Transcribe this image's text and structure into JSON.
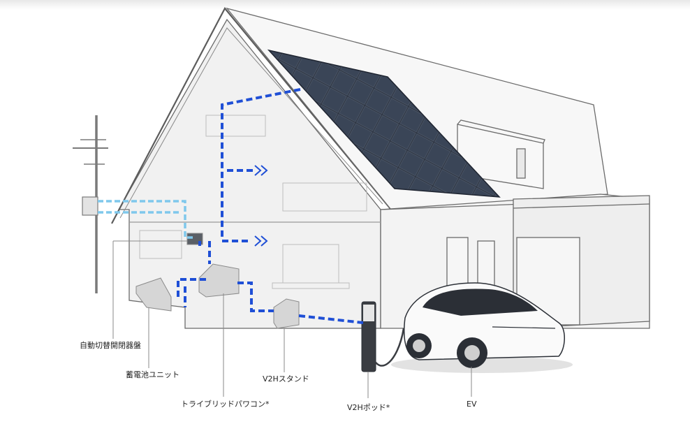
{
  "labels": {
    "switchboard": "自動切替開閉器盤",
    "battery": "蓄電池ユニット",
    "v2h_stand": "V2Hスタンド",
    "inverter": "トライブリッドパワコン*",
    "v2h_pod": "V2Hポッド*",
    "ev": "EV"
  },
  "colors": {
    "line_art": "#6b6b6b",
    "wall_fill": "#f1f1f1",
    "solar_panel": "#2e3644",
    "power_flow_blue": "#1f4fd6",
    "grid_flow_cyan": "#7fc8ec",
    "device_gray": "#d6d6d6",
    "car_dark": "#2b2f36"
  }
}
